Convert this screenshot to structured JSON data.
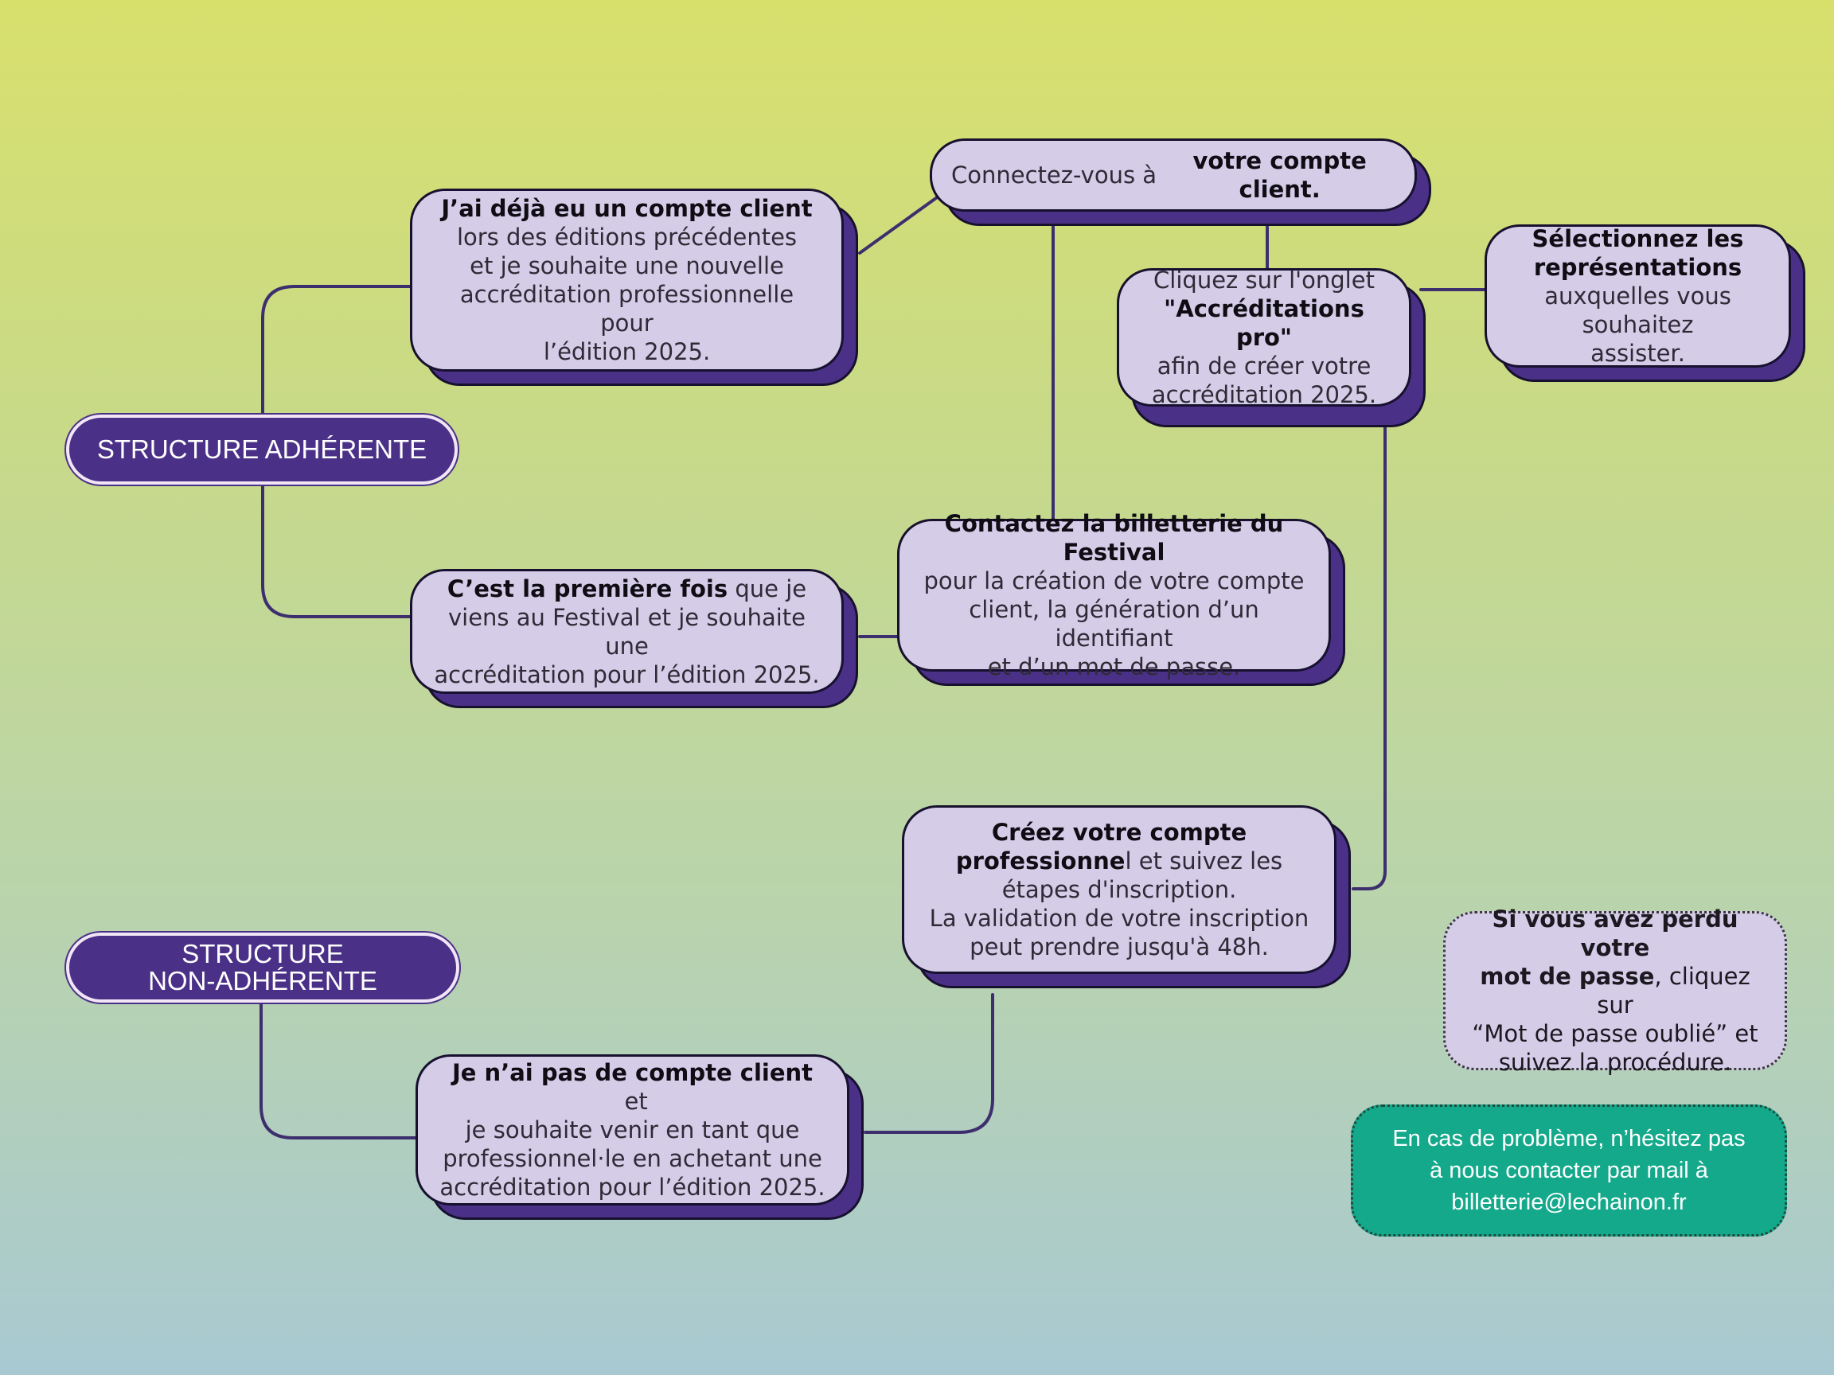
{
  "labels": {
    "adherente": "STRUCTURE ADHÉRENTE",
    "non_adherente_1": "STRUCTURE",
    "non_adherente_2": "NON-ADHÉRENTE"
  },
  "boxes": {
    "deja_compte": {
      "bold": "J’ai déjà eu un compte client",
      "line1": "lors des éditions précédentes",
      "line2": "et je souhaite une nouvelle",
      "line3": "accréditation professionnelle pour",
      "line4": "l’édition 2025."
    },
    "connectez": {
      "normal": "Connectez-vous à ",
      "bold": "votre compte client."
    },
    "cliquez": {
      "line1": "Cliquez sur l'onglet",
      "bold": "\"Accréditations pro\"",
      "line2": "afin de créer votre",
      "line3": "accréditation 2025."
    },
    "selectionnez": {
      "bold1": "Sélectionnez les",
      "bold2": "représentations",
      "line1": "auxquelles vous souhaitez",
      "line2": "assister."
    },
    "premiere_fois": {
      "bold": "C’est la première fois",
      "line1_rest": " que je",
      "line2": "viens au Festival et je souhaite une",
      "line3": "accréditation pour l’édition 2025."
    },
    "contactez": {
      "bold": "Contactez la billetterie du Festival",
      "line1": "pour la création de votre compte",
      "line2": "client, la génération d’un identifiant",
      "line3": "et d’un mot de passe."
    },
    "creez": {
      "bold1": "Créez votre compte",
      "bold2": "professionne",
      "line1_rest": "l et suivez les",
      "line2": "étapes d'inscription.",
      "line3": "La validation de votre inscription",
      "line4": "peut prendre jusqu'à 48h."
    },
    "pas_compte": {
      "bold": "Je n’ai pas de compte client",
      "line1_rest": " et",
      "line2": "je souhaite venir en tant que",
      "line3": "professionnel·le en achetant une",
      "line4": "accréditation pour l’édition 2025."
    }
  },
  "note": {
    "bold1": "Si vous avez perdu votre",
    "bold2": "mot de passe",
    "line1_rest": ", cliquez sur",
    "line2": "“Mot de passe oublié” et",
    "line3": "suivez la procédure."
  },
  "contact": {
    "line1": "En cas de problème, n’hésitez pas",
    "line2": "à nous contacter par mail à",
    "line3": "billetterie@lechainon.fr"
  },
  "colors": {
    "accent_purple": "#4a3187",
    "card_fill": "#d5cde8",
    "contact_green": "#14a98a"
  }
}
